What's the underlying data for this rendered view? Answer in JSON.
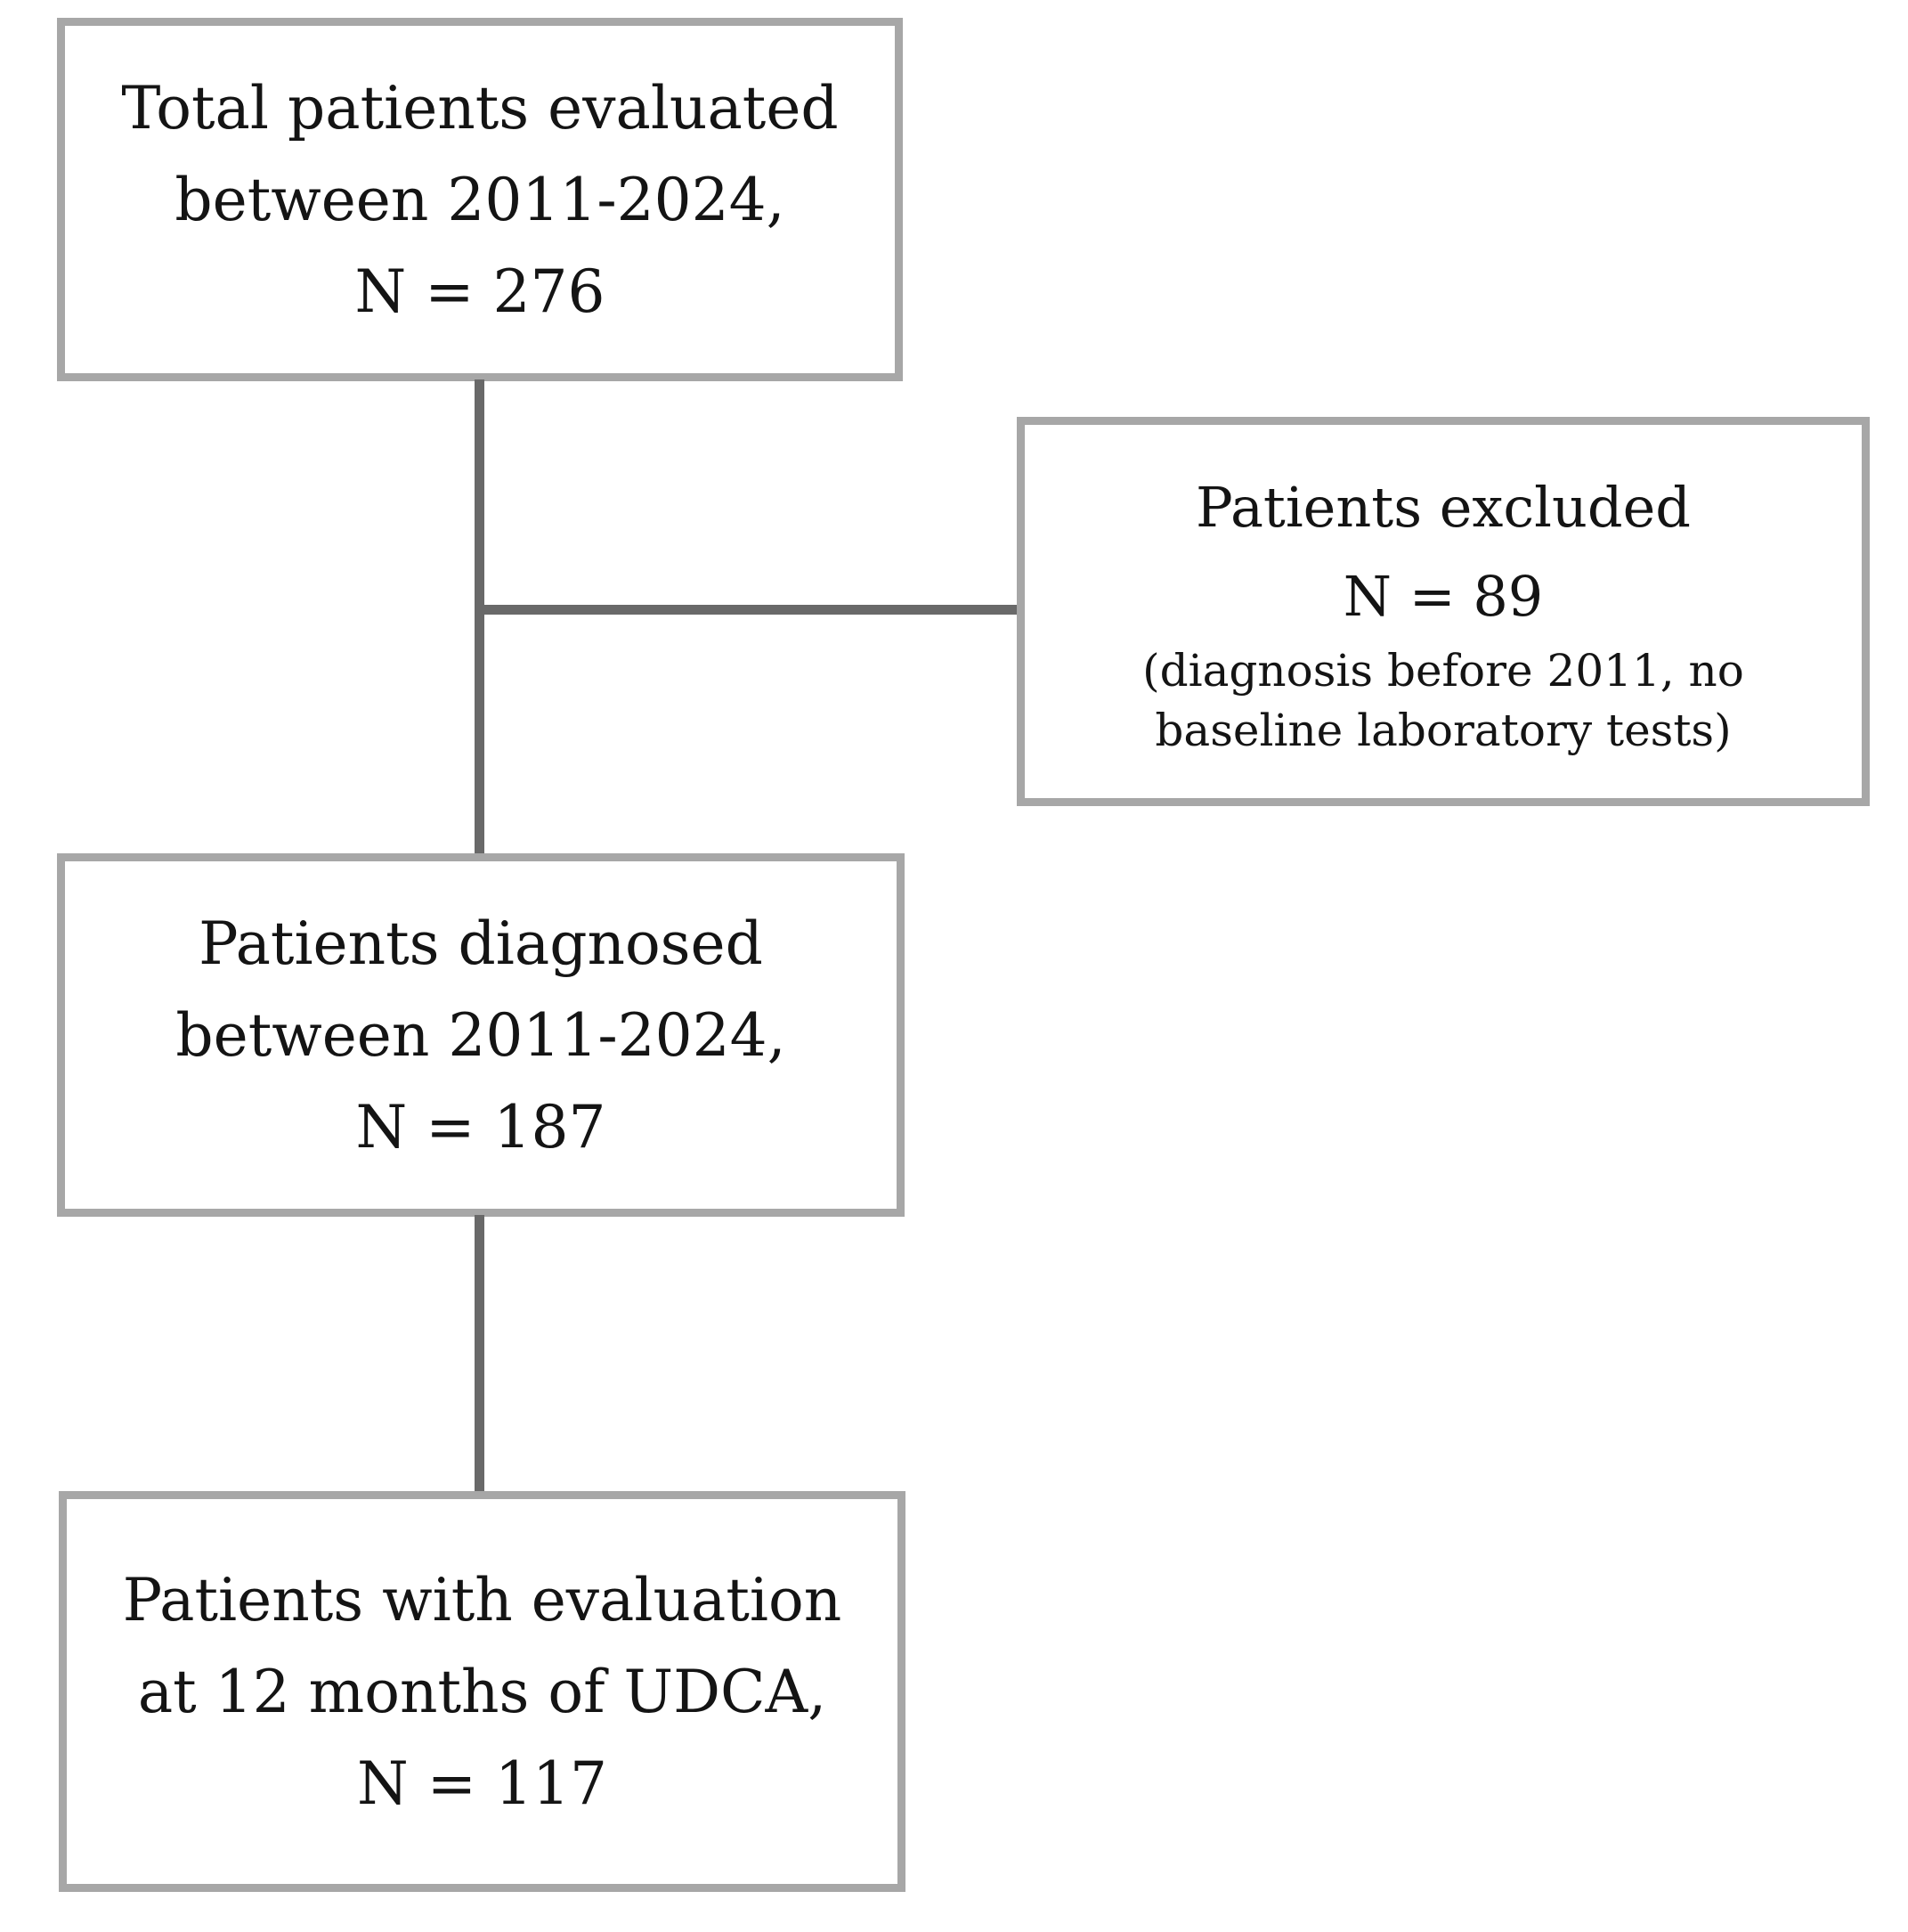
{
  "figure": {
    "type": "patient-flow-diagram",
    "colors": {
      "bg": "#ffffff",
      "box-border": "#a7a7a7",
      "connector": "#696969",
      "text": "#141414"
    }
  },
  "boxes": {
    "total": {
      "lines": [
        "Total patients evaluated",
        "between 2011-2024,",
        "N = 276"
      ]
    },
    "excluded": {
      "lines": [
        "Patients excluded",
        "N = 89"
      ],
      "note_lines": [
        "(diagnosis before 2011, no",
        "baseline laboratory tests)"
      ]
    },
    "diagnosed": {
      "lines": [
        "Patients diagnosed",
        "between 2011-2024,",
        "N = 187"
      ]
    },
    "evaluation_12m": {
      "lines": [
        "Patients with evaluation",
        "at 12 months of UDCA,",
        "N = 117"
      ]
    }
  }
}
